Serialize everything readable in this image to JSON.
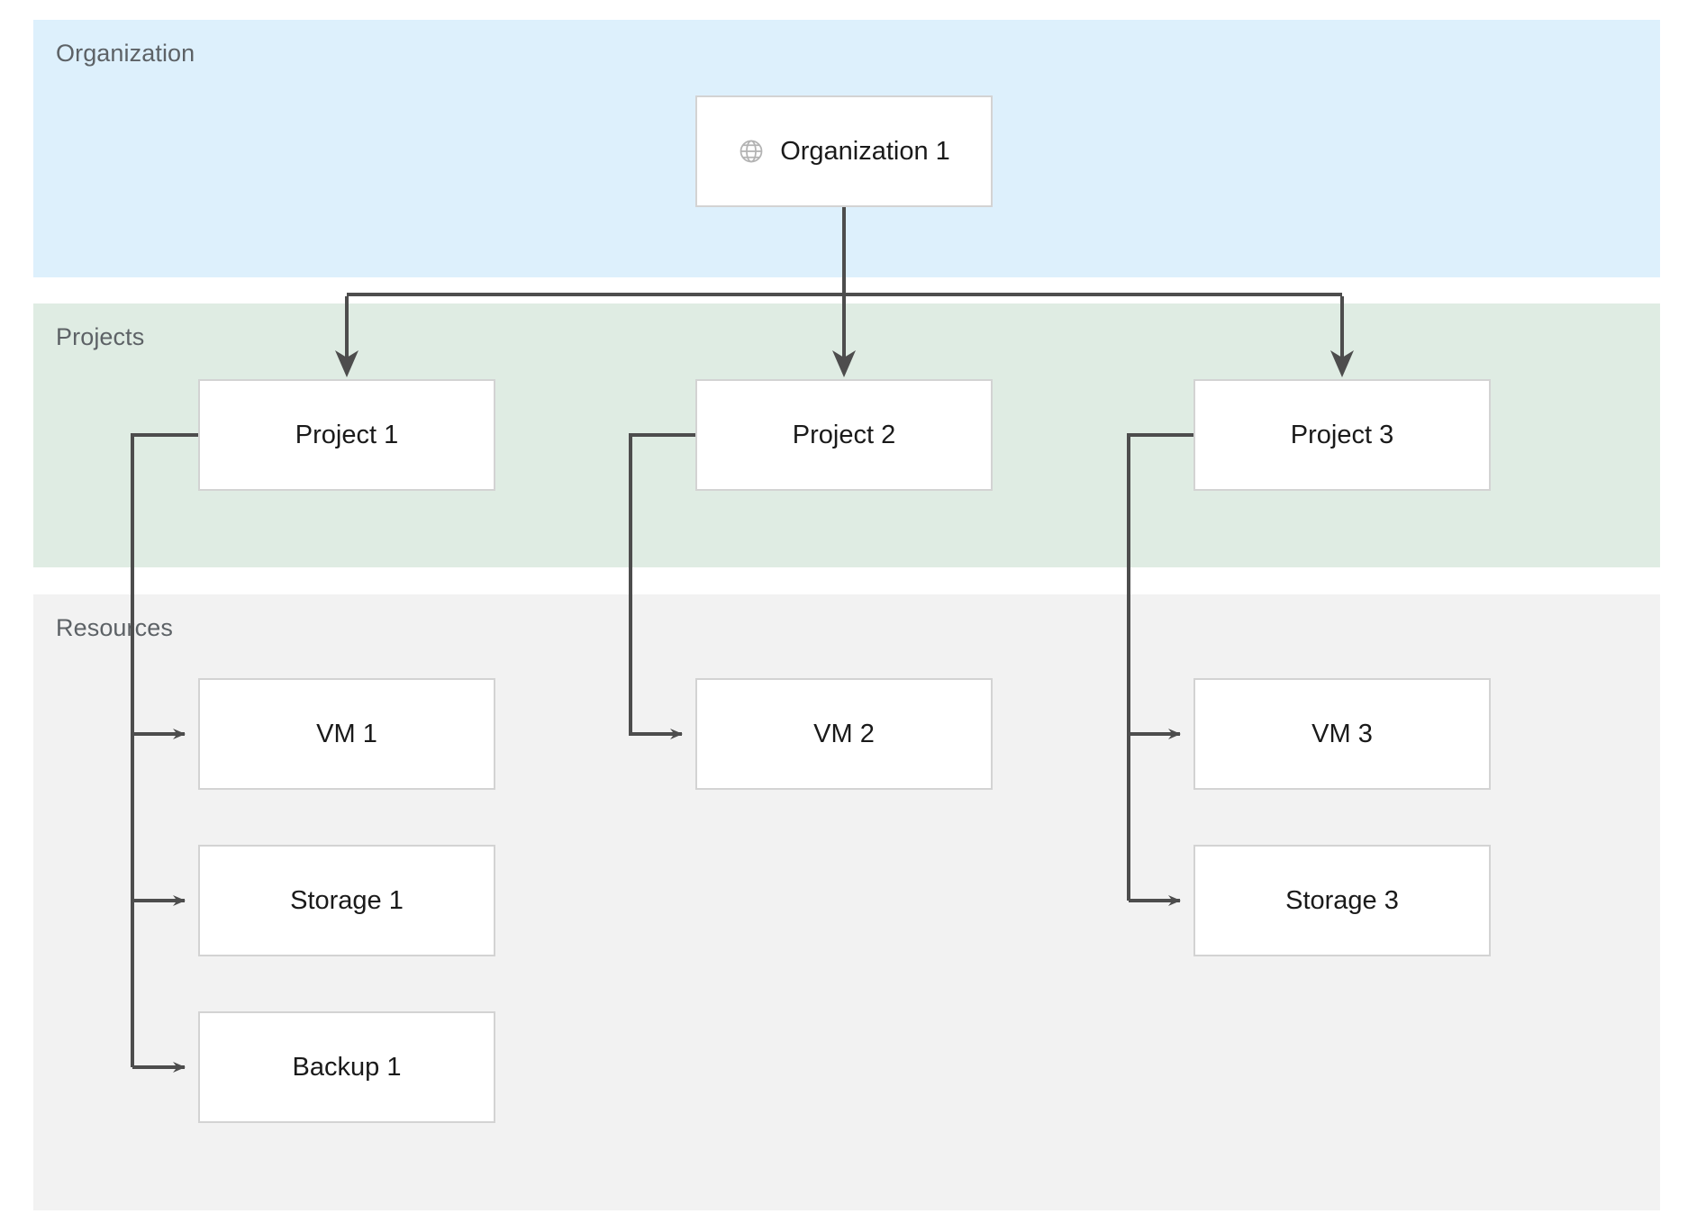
{
  "diagram": {
    "type": "hierarchy",
    "lanes": [
      {
        "id": "organization",
        "label": "Organization",
        "color": "#ddf0fc"
      },
      {
        "id": "projects",
        "label": "Projects",
        "color": "#dfece3"
      },
      {
        "id": "resources",
        "label": "Resources",
        "color": "#f2f2f2"
      }
    ],
    "nodes": {
      "organization": {
        "label": "Organization 1",
        "icon": "globe-icon"
      },
      "project_1": {
        "label": "Project 1"
      },
      "project_2": {
        "label": "Project 2"
      },
      "project_3": {
        "label": "Project 3"
      },
      "vm_1": {
        "label": "VM 1"
      },
      "storage_1": {
        "label": "Storage 1"
      },
      "backup_1": {
        "label": "Backup 1"
      },
      "vm_2": {
        "label": "VM 2"
      },
      "vm_3": {
        "label": "VM 3"
      },
      "storage_3": {
        "label": "Storage 3"
      }
    },
    "edges": [
      {
        "from": "organization",
        "to": "project_1"
      },
      {
        "from": "organization",
        "to": "project_2"
      },
      {
        "from": "organization",
        "to": "project_3"
      },
      {
        "from": "project_1",
        "to": "vm_1"
      },
      {
        "from": "project_1",
        "to": "storage_1"
      },
      {
        "from": "project_1",
        "to": "backup_1"
      },
      {
        "from": "project_2",
        "to": "vm_2"
      },
      {
        "from": "project_3",
        "to": "vm_3"
      },
      {
        "from": "project_3",
        "to": "storage_3"
      }
    ],
    "colors": {
      "connector": "#4d4d4d",
      "node_border": "#d3d3d3",
      "node_fill": "#ffffff",
      "label_text": "#5d6266",
      "node_text": "#1a1a1a",
      "icon": "#b3b3b3",
      "page_background": "#ffffff"
    }
  }
}
